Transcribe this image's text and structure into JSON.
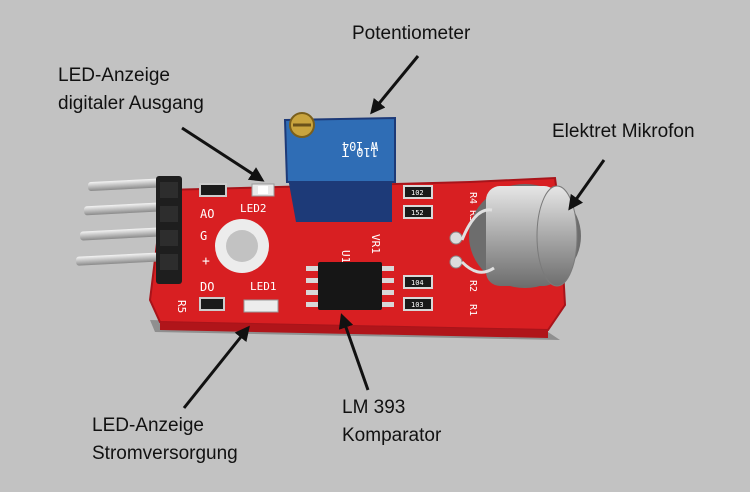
{
  "labels": {
    "potentiometer": "Potentiometer",
    "led_digital_line1": "LED-Anzeige",
    "led_digital_line2": "digitaler Ausgang",
    "electret_mic": "Elektret Mikrofon",
    "led_power_line1": "LED-Anzeige",
    "led_power_line2": "Stromversorgung",
    "comparator_line1": "LM 393",
    "comparator_line2": "Komparator"
  },
  "board": {
    "pin_ao": "AO",
    "pin_g": "G",
    "pin_plus": "+",
    "pin_do": "DO",
    "led2": "LED2",
    "led1": "LED1",
    "u1": "U1",
    "vr1": "VR1",
    "r5": "R5",
    "r4": "R4",
    "r3": "R3",
    "r2": "R2",
    "r1": "R1",
    "pot_code_a": "W 104",
    "pot_code_b": "110 T",
    "res_104": "104",
    "res_102": "102",
    "res_152": "152",
    "res_103": "103"
  },
  "colors": {
    "background": "#c2c2c2",
    "pcb_red": "#d81f22",
    "pot_blue": "#2f6db5",
    "arrow": "#111111"
  }
}
